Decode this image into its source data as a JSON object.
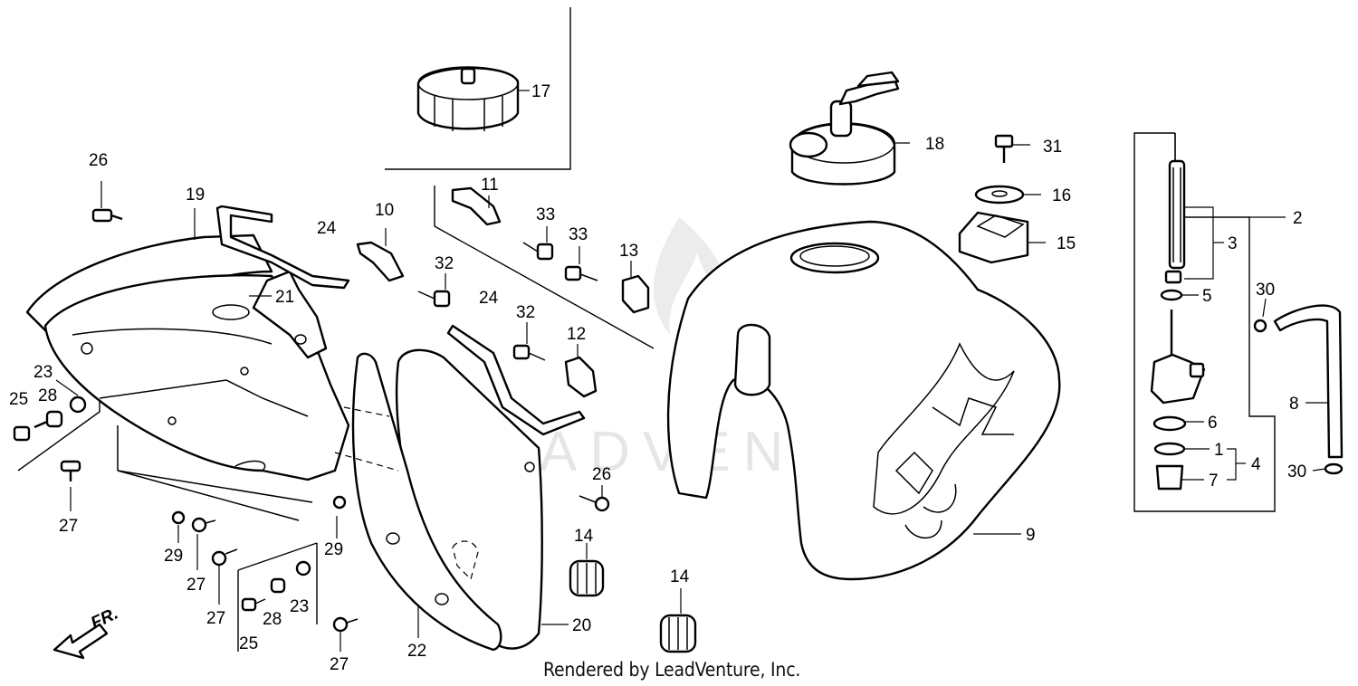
{
  "footer": "Rendered by LeadVenture, Inc.",
  "watermark": "LEADVENTURE",
  "direction_label": "FR.",
  "colors": {
    "ink": "#000000",
    "paper": "#ffffff",
    "watermark": "#e6e6e6"
  },
  "callouts": [
    {
      "id": "17",
      "text": "17"
    },
    {
      "id": "18",
      "text": "18"
    },
    {
      "id": "31",
      "text": "31"
    },
    {
      "id": "16",
      "text": "16"
    },
    {
      "id": "15",
      "text": "15"
    },
    {
      "id": "2",
      "text": "2"
    },
    {
      "id": "3",
      "text": "3"
    },
    {
      "id": "5",
      "text": "5"
    },
    {
      "id": "30a",
      "text": "30"
    },
    {
      "id": "6",
      "text": "6"
    },
    {
      "id": "8",
      "text": "8"
    },
    {
      "id": "1",
      "text": "1"
    },
    {
      "id": "4",
      "text": "4"
    },
    {
      "id": "7",
      "text": "7"
    },
    {
      "id": "30b",
      "text": "30"
    },
    {
      "id": "9",
      "text": "9"
    },
    {
      "id": "26a",
      "text": "26"
    },
    {
      "id": "19",
      "text": "19"
    },
    {
      "id": "24a",
      "text": "24"
    },
    {
      "id": "10",
      "text": "10"
    },
    {
      "id": "11",
      "text": "11"
    },
    {
      "id": "33a",
      "text": "33"
    },
    {
      "id": "33b",
      "text": "33"
    },
    {
      "id": "13",
      "text": "13"
    },
    {
      "id": "21",
      "text": "21"
    },
    {
      "id": "32a",
      "text": "32"
    },
    {
      "id": "24b",
      "text": "24"
    },
    {
      "id": "32b",
      "text": "32"
    },
    {
      "id": "12",
      "text": "12"
    },
    {
      "id": "23a",
      "text": "23"
    },
    {
      "id": "28a",
      "text": "28"
    },
    {
      "id": "25a",
      "text": "25"
    },
    {
      "id": "27a",
      "text": "27"
    },
    {
      "id": "26b",
      "text": "26"
    },
    {
      "id": "14a",
      "text": "14"
    },
    {
      "id": "29a",
      "text": "29"
    },
    {
      "id": "29b",
      "text": "29"
    },
    {
      "id": "27b",
      "text": "27"
    },
    {
      "id": "27c",
      "text": "27"
    },
    {
      "id": "28b",
      "text": "28"
    },
    {
      "id": "23b",
      "text": "23"
    },
    {
      "id": "25b",
      "text": "25"
    },
    {
      "id": "14b",
      "text": "14"
    },
    {
      "id": "20",
      "text": "20"
    },
    {
      "id": "22",
      "text": "22"
    },
    {
      "id": "27d",
      "text": "27"
    }
  ]
}
